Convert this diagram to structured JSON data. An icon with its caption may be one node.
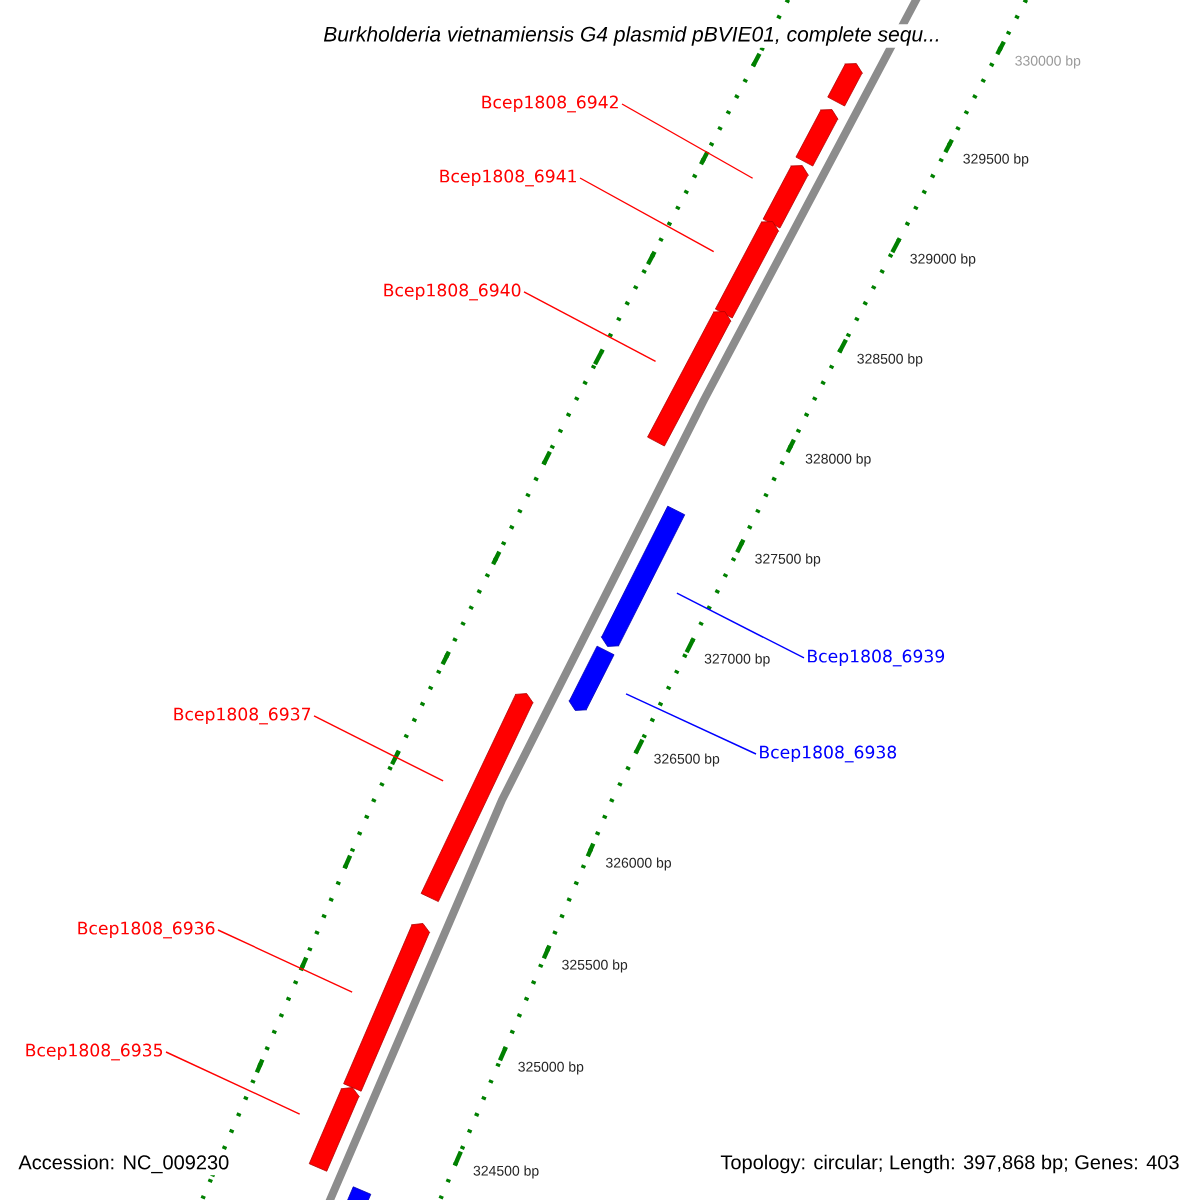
{
  "diagram": {
    "title": "Burkholderia vietnamiensis G4 plasmid pBVIE01, complete sequ...",
    "nodes": [
      {
        "text": [
          "Bcep1808_6942"
        ]
      },
      {
        "text": [
          "Bcep1808_6941"
        ]
      },
      {
        "text": [
          "Bcep1808_6940"
        ]
      },
      {
        "text": [
          "Bcep1808_6939"
        ]
      },
      {
        "text": [
          "Bcep1808_6938"
        ]
      },
      {
        "text": [
          "Bcep1808_6937"
        ]
      },
      {
        "text": [
          "Bcep1808_6936"
        ]
      },
      {
        "text": [
          "Bcep1808_6935"
        ]
      },
      {
        "text": [],
        "shape": "bar"
      },
      {
        "text": [],
        "shape": "bar"
      },
      {
        "text": [],
        "shape": "bar"
      },
      {
        "text": [],
        "shape": "bar"
      },
      {
        "text": [],
        "shape": "bar"
      },
      {
        "text": [],
        "shape": "bar"
      },
      {
        "text": [],
        "shape": "bar"
      },
      {
        "text": [],
        "shape": "bar"
      },
      {
        "text": [],
        "shape": "bar"
      },
      {
        "text": [],
        "shape": "bar"
      },
      {
        "text": [],
        "shape": "bar"
      }
    ],
    "edges": [
      {
        "from": 0,
        "to": 10,
        "arrow": "none"
      },
      {
        "from": 1,
        "to": 11,
        "arrow": "none"
      },
      {
        "from": 2,
        "to": 12,
        "arrow": "none"
      },
      {
        "from": 3,
        "to": 13,
        "arrow": "none",
        "color": "#0000ff"
      },
      {
        "from": 4,
        "to": 14,
        "arrow": "none",
        "color": "#0000ff"
      },
      {
        "from": 5,
        "to": 15,
        "arrow": "none"
      },
      {
        "from": 6,
        "to": 16,
        "arrow": "none"
      },
      {
        "from": 7,
        "to": 17,
        "arrow": "none"
      }
    ],
    "labels": [
      "330000 bp",
      "329500 bp",
      "329000 bp",
      "328500 bp",
      "328000 bp",
      "327500 bp",
      "327000 bp",
      "326500 bp",
      "326000 bp",
      "325500 bp",
      "325000 bp",
      "324500 bp",
      "Accession: NC_009230",
      "Topology: circular; Length: 397,868 bp; Genes: 403"
    ]
  }
}
